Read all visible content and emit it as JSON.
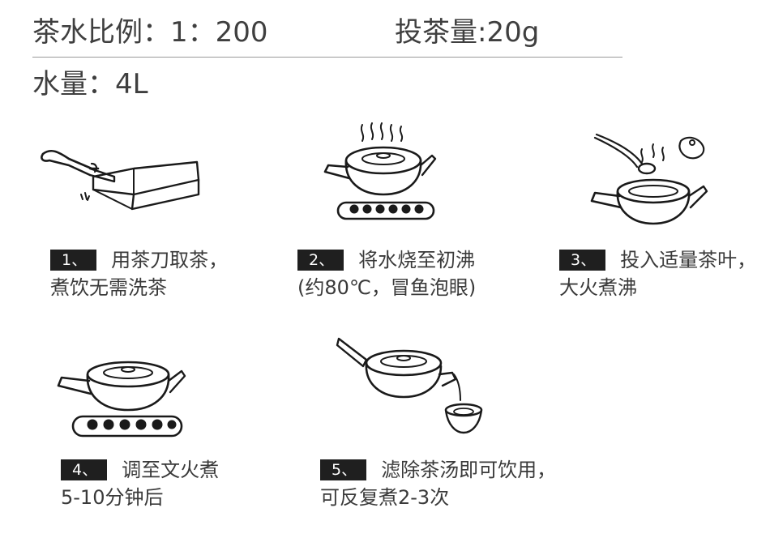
{
  "header": {
    "ratio": "茶水比例：1：200",
    "dose": "投茶量:20g",
    "water": "水量：4L"
  },
  "steps": [
    {
      "num": "1、",
      "line1": "用茶刀取茶，",
      "line2": "煮饮无需洗茶",
      "icon": "tea-knife-brick-icon"
    },
    {
      "num": "2、",
      "line1": "将水烧至初沸",
      "line2": "(约80℃，冒鱼泡眼)",
      "icon": "kettle-on-stove-icon"
    },
    {
      "num": "3、",
      "line1": "投入适量茶叶，",
      "line2": "大火煮沸",
      "icon": "add-tea-to-kettle-icon"
    },
    {
      "num": "4、",
      "line1": "调至文火煮",
      "line2": "5-10分钟后",
      "icon": "kettle-low-heat-icon"
    },
    {
      "num": "5、",
      "line1": "滤除茶汤即可饮用，",
      "line2": "可反复煮2-3次",
      "icon": "pour-tea-cup-icon"
    }
  ]
}
